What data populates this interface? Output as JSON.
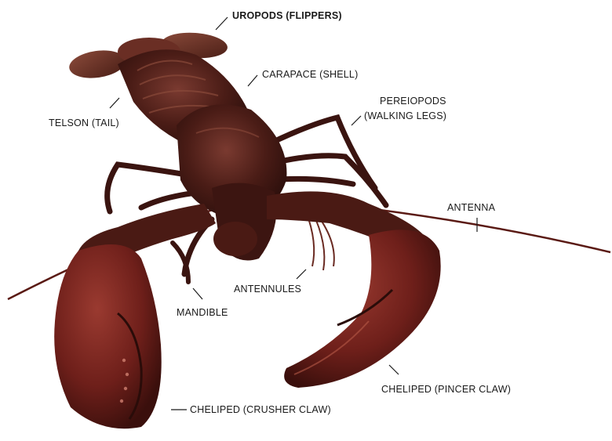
{
  "image": {
    "subject": "American lobster",
    "background_color": "#ffffff",
    "body_color": "#4a1c16",
    "claw_color": "#6e1f1a"
  },
  "labels": {
    "uropods": "UROPODS (FLIPPERS)",
    "carapace": "CARAPACE (SHELL)",
    "telson": "TELSON (TAIL)",
    "pereiopods_line1": "PEREIOPODS",
    "pereiopods_line2": "(WALKING LEGS)",
    "antenna": "ANTENNA",
    "antennules": "ANTENNULES",
    "mandible": "MANDIBLE",
    "cheliped_pincer": "CHELIPED (PINCER CLAW)",
    "cheliped_crusher": "CHELIPED (CRUSHER CLAW)"
  }
}
